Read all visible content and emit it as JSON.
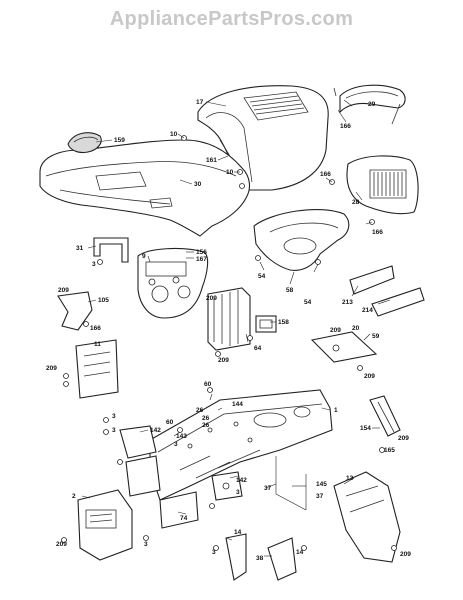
{
  "watermark": "AppliancePartsPros.com",
  "callouts": [
    {
      "id": "c17",
      "text": "17"
    },
    {
      "id": "c29",
      "text": "29"
    },
    {
      "id": "c166a",
      "text": "166"
    },
    {
      "id": "c159",
      "text": "159"
    },
    {
      "id": "c10a",
      "text": "10"
    },
    {
      "id": "c10b",
      "text": "10"
    },
    {
      "id": "c161",
      "text": "161"
    },
    {
      "id": "c30",
      "text": "30"
    },
    {
      "id": "c166b",
      "text": "166"
    },
    {
      "id": "c28",
      "text": "28"
    },
    {
      "id": "c166c",
      "text": "166"
    },
    {
      "id": "c31",
      "text": "31"
    },
    {
      "id": "c3a",
      "text": "3"
    },
    {
      "id": "c156",
      "text": "156"
    },
    {
      "id": "c167",
      "text": "167"
    },
    {
      "id": "c9",
      "text": "9"
    },
    {
      "id": "c54a",
      "text": "54"
    },
    {
      "id": "c58",
      "text": "58"
    },
    {
      "id": "c54b",
      "text": "54"
    },
    {
      "id": "c213",
      "text": "213"
    },
    {
      "id": "c214",
      "text": "214"
    },
    {
      "id": "c209a",
      "text": "209"
    },
    {
      "id": "c105",
      "text": "105"
    },
    {
      "id": "c166d",
      "text": "166"
    },
    {
      "id": "c158",
      "text": "158"
    },
    {
      "id": "c209b",
      "text": "209"
    },
    {
      "id": "c64",
      "text": "64"
    },
    {
      "id": "c209c",
      "text": "209"
    },
    {
      "id": "c209d",
      "text": "209"
    },
    {
      "id": "c20",
      "text": "20"
    },
    {
      "id": "c59",
      "text": "59"
    },
    {
      "id": "c209e",
      "text": "209"
    },
    {
      "id": "c11",
      "text": "11"
    },
    {
      "id": "c209f",
      "text": "209"
    },
    {
      "id": "c60a",
      "text": "60"
    },
    {
      "id": "c144",
      "text": "144"
    },
    {
      "id": "c26a",
      "text": "26"
    },
    {
      "id": "c26b",
      "text": "26"
    },
    {
      "id": "c26c",
      "text": "26"
    },
    {
      "id": "c1",
      "text": "1"
    },
    {
      "id": "c3b",
      "text": "3"
    },
    {
      "id": "c3c",
      "text": "3"
    },
    {
      "id": "c142a",
      "text": "142"
    },
    {
      "id": "c60b",
      "text": "60"
    },
    {
      "id": "c143",
      "text": "143"
    },
    {
      "id": "c3d",
      "text": "3"
    },
    {
      "id": "c154",
      "text": "154"
    },
    {
      "id": "c209g",
      "text": "209"
    },
    {
      "id": "c165",
      "text": "165"
    },
    {
      "id": "c37a",
      "text": "37"
    },
    {
      "id": "c145",
      "text": "145"
    },
    {
      "id": "c37b",
      "text": "37"
    },
    {
      "id": "c142b",
      "text": "142"
    },
    {
      "id": "c3e",
      "text": "3"
    },
    {
      "id": "c13",
      "text": "13"
    },
    {
      "id": "c2",
      "text": "2"
    },
    {
      "id": "c74",
      "text": "74"
    },
    {
      "id": "c209h",
      "text": "209"
    },
    {
      "id": "c3f",
      "text": "3"
    },
    {
      "id": "c14a",
      "text": "14"
    },
    {
      "id": "c38",
      "text": "38"
    },
    {
      "id": "c14b",
      "text": "14"
    },
    {
      "id": "c209i",
      "text": "209"
    },
    {
      "id": "c3g",
      "text": "3"
    }
  ]
}
